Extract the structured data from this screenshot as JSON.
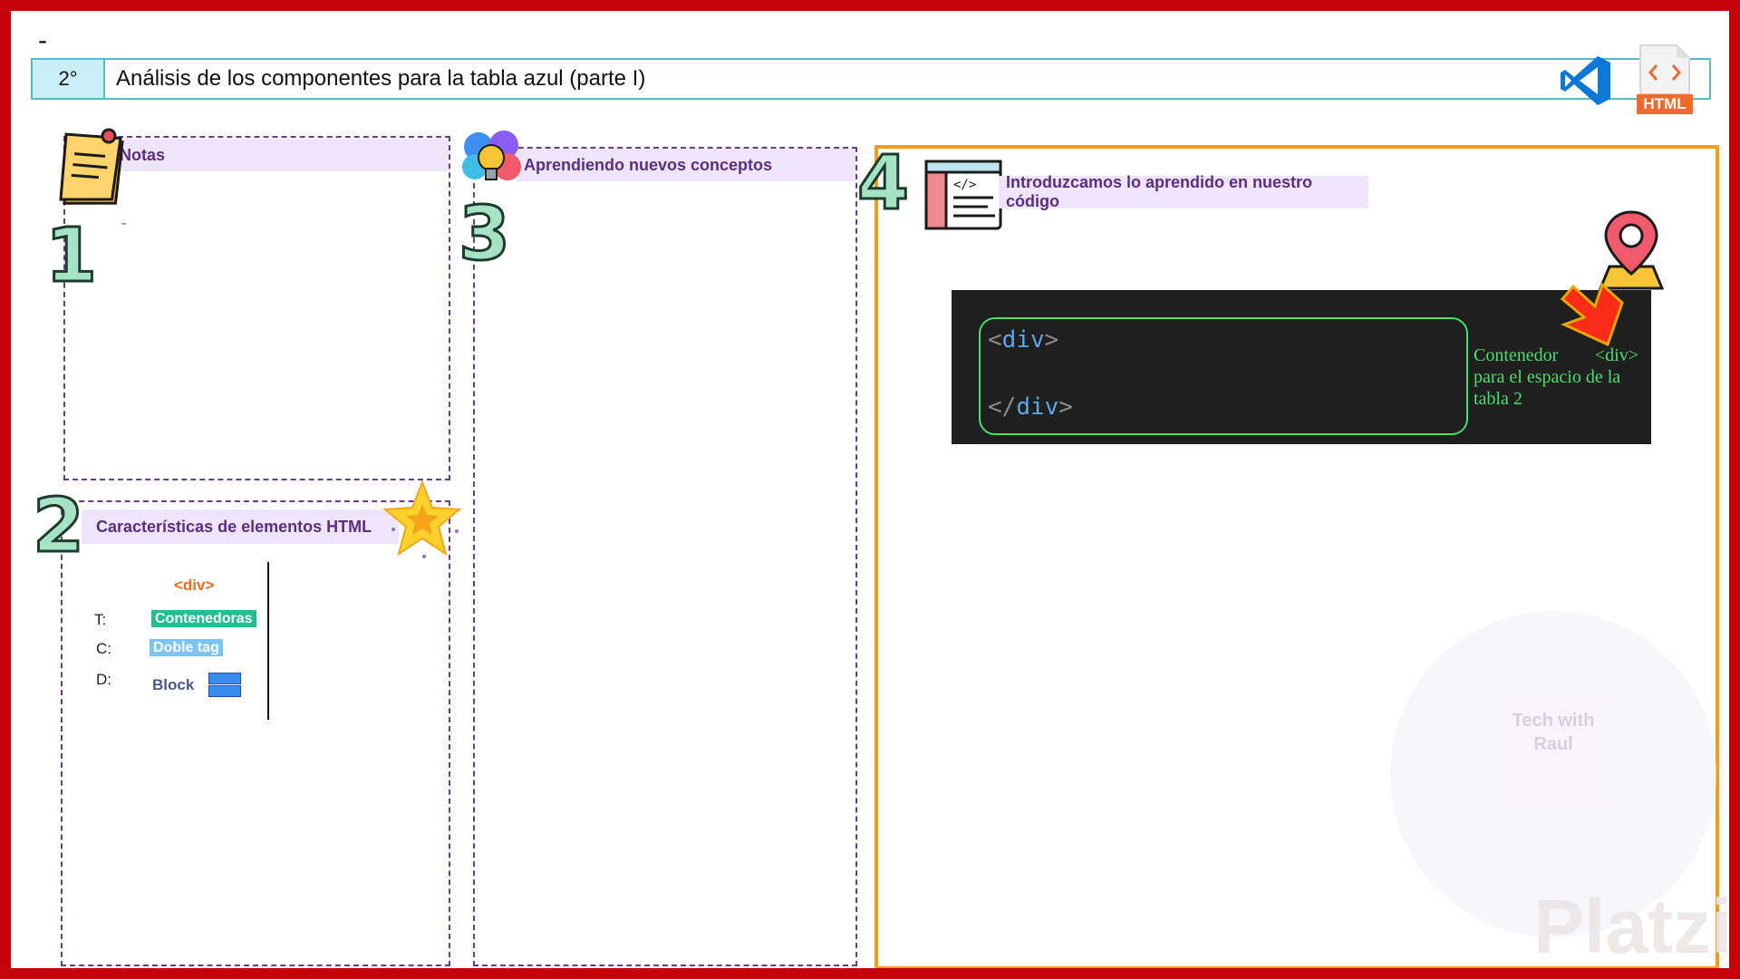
{
  "top_dash": "-",
  "header": {
    "number": "2°",
    "title": "Análisis de los componentes para la tabla azul (parte I)",
    "html_badge": "HTML"
  },
  "panels": {
    "notas": {
      "number": "1",
      "label": "Notas",
      "text": "-"
    },
    "caracteristicas": {
      "number": "2",
      "label": "Características de elementos HTML",
      "element": "<div>",
      "rows": [
        {
          "key": "T:",
          "value": "Contenedoras"
        },
        {
          "key": "C:",
          "value": "Doble tag"
        },
        {
          "key": "D:",
          "value": "Block"
        }
      ]
    },
    "conceptos": {
      "number": "3",
      "label": "Aprendiendo nuevos conceptos"
    },
    "codigo": {
      "number": "4",
      "label": "Introduzcamos lo aprendido en nuestro código",
      "code_open": {
        "lt": "<",
        "tag": "div",
        "gt": ">"
      },
      "code_close": {
        "lt": "</",
        "tag": "div",
        "gt": ">"
      },
      "note_line1_a": "Contenedor",
      "note_line1_b": "<div>",
      "note_line2": "para el espacio de la",
      "note_line3": "tabla 2"
    }
  },
  "watermark": {
    "brand": "Platzi",
    "badge_line1": "Tech with",
    "badge_line2": "Raul"
  },
  "colors": {
    "frame": "#c4000b",
    "header_border": "#5ab8c7",
    "panel_dash": "#6a3d8c",
    "label_bg": "#efe5fb",
    "code_border": "#46e06a",
    "orange_box": "#f29d18"
  },
  "icons": [
    "sticky-note-icon",
    "brain-bulb-icon",
    "code-window-icon",
    "map-pin-icon",
    "red-arrow-icon",
    "star-icon",
    "vscode-icon",
    "html-file-icon",
    "block-icon"
  ]
}
